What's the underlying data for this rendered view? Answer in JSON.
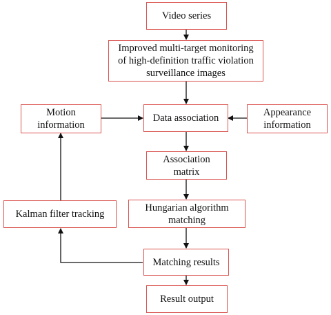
{
  "nodes": {
    "video_series": "Video series",
    "improved_monitoring": "Improved multi-target monitoring\nof high-definition traffic violation\nsurveillance images",
    "motion_information": "Motion\ninformation",
    "data_association": "Data association",
    "appearance_information": "Appearance\ninformation",
    "association_matrix": "Association\nmatrix",
    "kalman_filter_tracking": "Kalman filter tracking",
    "hungarian_matching": "Hungarian algorithm\nmatching",
    "matching_results": "Matching results",
    "result_output": "Result output"
  },
  "colors": {
    "box_border": "#d9534f",
    "arrow": "#111111",
    "text": "#111111"
  }
}
